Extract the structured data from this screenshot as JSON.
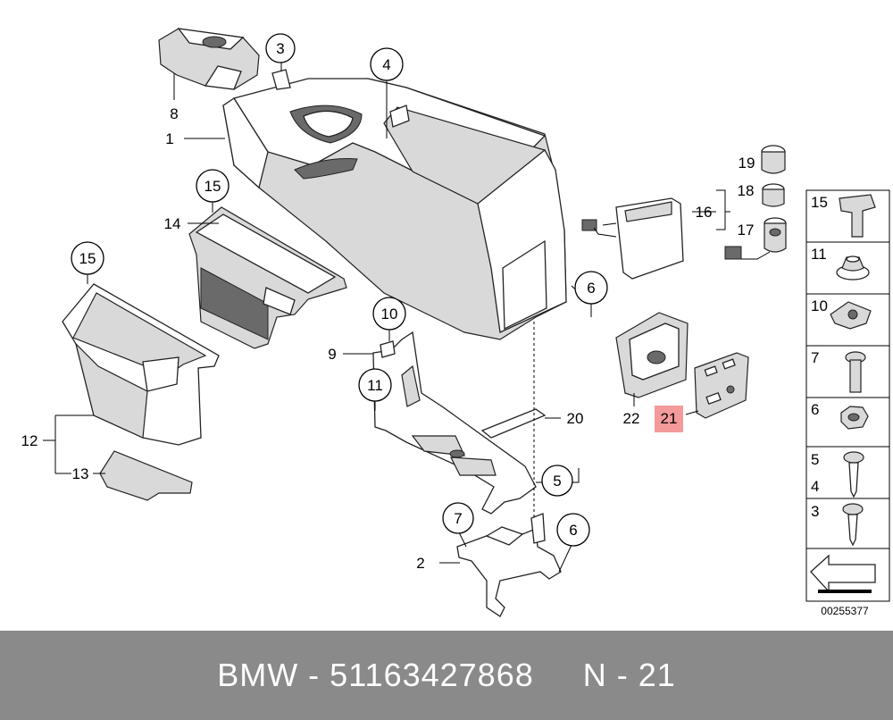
{
  "diagram": {
    "callouts": {
      "c1": "1",
      "c2": "2",
      "c3": "3",
      "c4": "4",
      "c5": "5",
      "c6a": "6",
      "c6b": "6",
      "c7": "7",
      "c8": "8",
      "c9": "9",
      "c10": "10",
      "c11": "11",
      "c12": "12",
      "c13": "13",
      "c14": "14",
      "c15a": "15",
      "c15b": "15",
      "c16": "16",
      "c17": "17",
      "c18": "18",
      "c19": "19",
      "c20": "20",
      "c21": "21",
      "c22": "22"
    },
    "legend": [
      "15",
      "11",
      "10",
      "7",
      "6",
      "5",
      "4",
      "3"
    ],
    "diagram_id": "00255377",
    "highlight_color": "#f49a9a"
  },
  "footer": {
    "text": "BMW - 51163427868     N - 21",
    "background": "#8a8a8a"
  }
}
